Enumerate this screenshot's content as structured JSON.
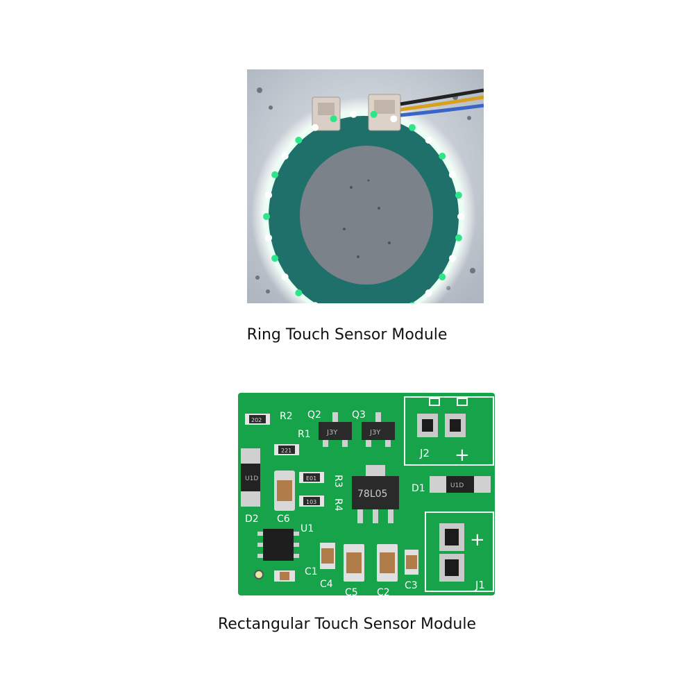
{
  "ring_module": {
    "caption": "Ring Touch Sensor Module"
  },
  "rect_module": {
    "caption": "Rectangular Touch Sensor Module",
    "labels": {
      "r2": "R2",
      "r2_code": "202",
      "q2": "Q2",
      "q3": "Q3",
      "q2_code": "J3Y",
      "q3_code": "J3Y",
      "r1": "R1",
      "r1_code": "221",
      "r3": "R3",
      "r3_code": "E01",
      "r4": "R4",
      "r4_code": "103",
      "d2": "D2",
      "d2_code": "U1D",
      "c6": "C6",
      "regulator_code": "78L05",
      "d1": "D1",
      "d1_code": "U1D",
      "j2": "J2",
      "j2_plus": "+",
      "j1": "J1",
      "j1_plus": "+",
      "u1": "U1",
      "c1": "C1",
      "c4": "C4",
      "c5": "C5",
      "c2": "C2",
      "c3": "C3"
    }
  },
  "colors": {
    "pcb_green": "#17a34a",
    "ring_pcb": "#1f6f6a",
    "led_green": "#2ee58a",
    "background_metal": "#c9cfd6"
  }
}
